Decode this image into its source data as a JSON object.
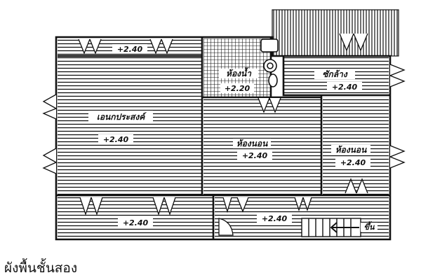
{
  "caption": "ผังพื้นชั้นสอง",
  "rooms": {
    "living": {
      "name": "เอนกประสงค์",
      "level": "+2.40"
    },
    "bath": {
      "name": "ห้องน้ำ",
      "level": "+2.20"
    },
    "laundry": {
      "name": "ซักล้าง",
      "level": "+2.40"
    },
    "bedroom_center": {
      "name": "ห้องนอน",
      "level": "+2.40"
    },
    "bedroom_right": {
      "name": "ห้องนอน",
      "level": "+2.40"
    }
  },
  "balcony_top": {
    "level": "+2.40"
  },
  "verandah_bottom_left": {
    "level": "+2.40"
  },
  "corridor_bottom": {
    "level": "+2.40"
  },
  "stair_mark": {
    "label": "ขึ้น"
  }
}
